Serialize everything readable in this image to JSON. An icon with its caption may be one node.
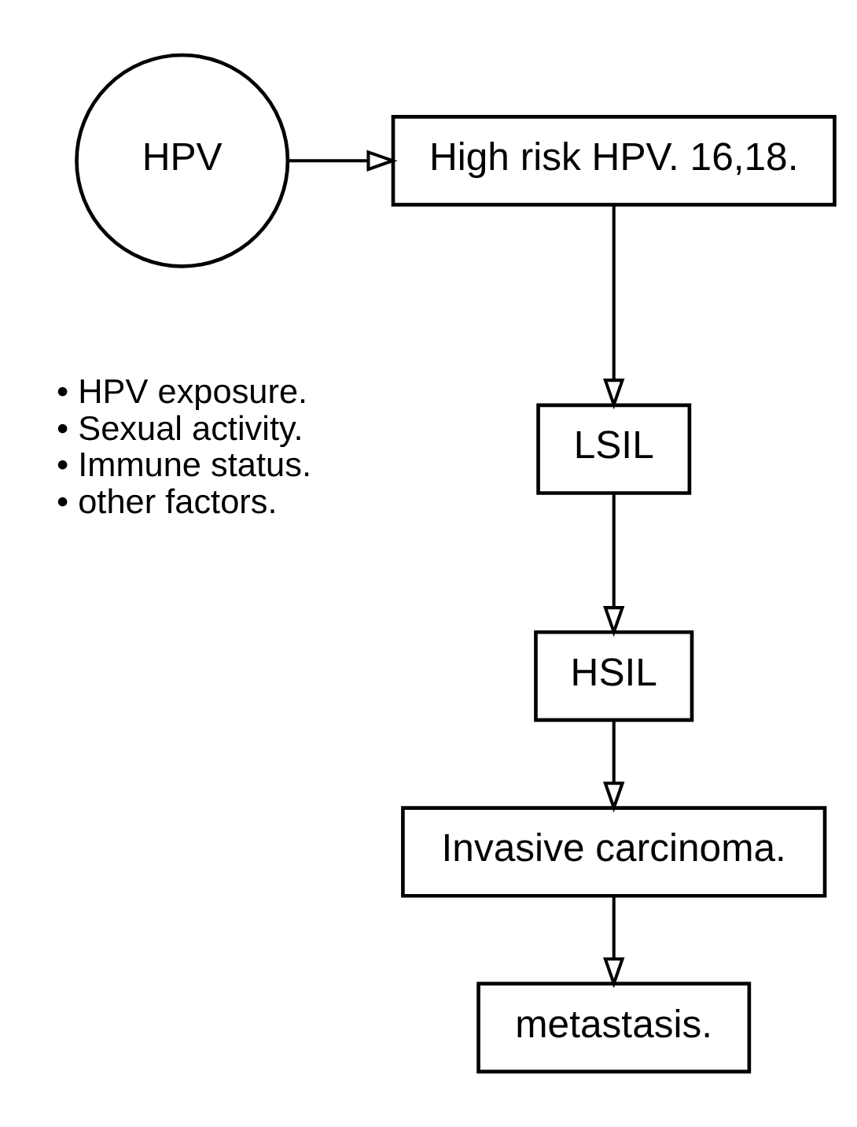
{
  "diagram": {
    "nodes": [
      {
        "text": [
          "HPV"
        ]
      },
      {
        "text": [
          "High risk HPV. 16,18."
        ]
      },
      {
        "text": [
          "LSIL"
        ]
      },
      {
        "text": [
          "HSIL"
        ]
      },
      {
        "text": [
          "Invasive carcinoma."
        ]
      },
      {
        "text": [
          "metastasis."
        ]
      }
    ],
    "edges": [
      {
        "from": 0,
        "to": 1,
        "arrow": "to"
      },
      {
        "from": 1,
        "to": 2,
        "arrow": "to"
      },
      {
        "from": 2,
        "to": 3,
        "arrow": "to"
      },
      {
        "from": 3,
        "to": 4,
        "arrow": "to"
      },
      {
        "from": 4,
        "to": 5,
        "arrow": "to"
      }
    ],
    "labels": [
      "• HPV exposure.",
      "• Sexual activity.",
      "• Immune status.",
      "• other factors."
    ]
  }
}
